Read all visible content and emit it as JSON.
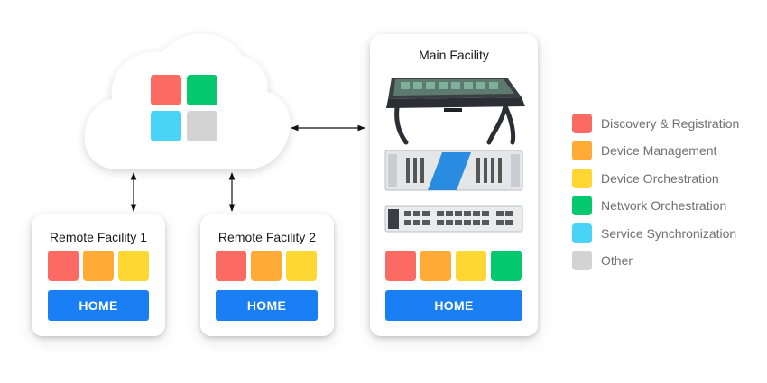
{
  "colors": {
    "discovery": "#fb6b63",
    "device_management": "#ffab36",
    "device_orchestration": "#ffd733",
    "network_orchestration": "#05c86f",
    "service_sync": "#49d3f7",
    "other": "#d3d3d3",
    "home_blue": "#1a7ef5",
    "arrow": "#111111"
  },
  "cloud": {
    "icon": "cloud-icon",
    "tiles": [
      "discovery",
      "network_orchestration",
      "service_sync",
      "other"
    ]
  },
  "remote_facility_1": {
    "title": "Remote Facility 1",
    "tiles": [
      "discovery",
      "device_management",
      "device_orchestration"
    ],
    "home_label": "HOME"
  },
  "remote_facility_2": {
    "title": "Remote Facility 2",
    "tiles": [
      "discovery",
      "device_management",
      "device_orchestration"
    ],
    "home_label": "HOME"
  },
  "main_facility": {
    "title": "Main Facility",
    "equipment_icons": [
      "mixing-console-icon",
      "rack-frame-icon",
      "rack-router-icon"
    ],
    "tiles": [
      "discovery",
      "device_management",
      "device_orchestration",
      "network_orchestration"
    ],
    "home_label": "HOME"
  },
  "legend": {
    "items": [
      {
        "key": "discovery",
        "label": "Discovery & Registration"
      },
      {
        "key": "device_management",
        "label": "Device Management"
      },
      {
        "key": "device_orchestration",
        "label": "Device Orchestration"
      },
      {
        "key": "network_orchestration",
        "label": "Network Orchestration"
      },
      {
        "key": "service_sync",
        "label": "Service Synchronization"
      },
      {
        "key": "other",
        "label": "Other"
      }
    ]
  }
}
